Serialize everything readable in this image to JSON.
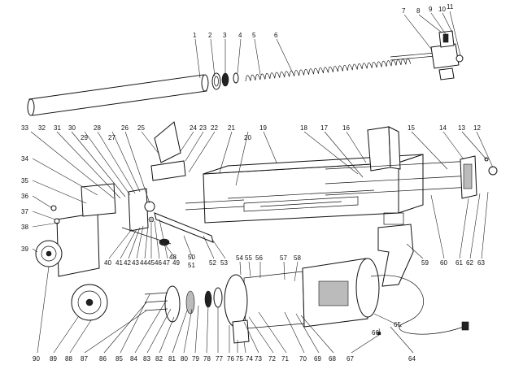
{
  "diagram": {
    "labels": {
      "1": "1",
      "2": "2",
      "3": "3",
      "4": "4",
      "5": "5",
      "6": "6",
      "7": "7",
      "8": "8",
      "9": "9",
      "10": "10",
      "11": "11",
      "12": "12",
      "13": "13",
      "14": "14",
      "15": "15",
      "16": "16",
      "17": "17",
      "18": "18",
      "19": "19",
      "20": "20",
      "21": "21",
      "22": "22",
      "23": "23",
      "24": "24",
      "25": "25",
      "26": "26",
      "27": "27",
      "28": "28",
      "29": "29",
      "30": "30",
      "31": "31",
      "32": "32",
      "33": "33",
      "34": "34",
      "35": "35",
      "36": "36",
      "37": "37",
      "38": "38",
      "39": "39",
      "40": "40",
      "41": "41",
      "42": "42",
      "43": "43",
      "44": "44",
      "45": "45",
      "46": "46",
      "47": "47",
      "48": "48",
      "49": "49",
      "50": "50",
      "51": "51",
      "52": "52",
      "53": "53",
      "54": "54",
      "55": "55",
      "56": "56",
      "57": "57",
      "58": "58",
      "59": "59",
      "60": "60",
      "61": "61",
      "62": "62",
      "63": "63",
      "64": "64",
      "65": "65",
      "66": "66",
      "67": "67",
      "68": "68",
      "69": "69",
      "70": "70",
      "71": "71",
      "72": "72",
      "73": "73",
      "74": "74",
      "75": "75",
      "76": "76",
      "77": "77",
      "78": "78",
      "79": "79",
      "80": "80",
      "81": "81",
      "82": "82",
      "83": "83",
      "84": "84",
      "85": "85",
      "86": "86",
      "87": "87",
      "88": "88",
      "89": "89",
      "90": "90"
    }
  }
}
